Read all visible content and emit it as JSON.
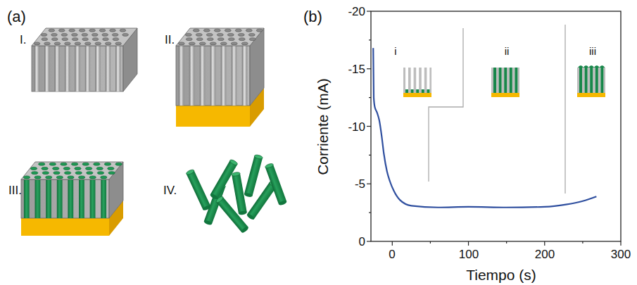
{
  "diagram": {
    "labels": [
      "(a)",
      "I.",
      "II.",
      "III.",
      "IV.",
      "(b)",
      "-20",
      "-15",
      "-10",
      "-5",
      "0",
      "0",
      "100",
      "200",
      "300",
      "Corriente (mA)",
      "Tiempo (s)",
      "i",
      "ii",
      "iii"
    ]
  }
}
